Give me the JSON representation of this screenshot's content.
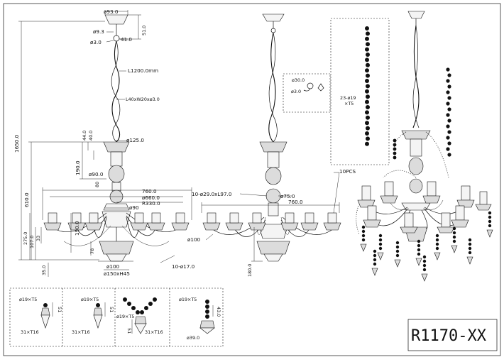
{
  "model": "R1170-XX",
  "front_view": {
    "canopy_dia": "ø93.0",
    "canopy_h": "51.0",
    "hook_dia": "ø9.3",
    "hook_w": "41.0",
    "hook_wire": "ø3.0",
    "cable": "L1200.0mm",
    "chain": "L40xW20xø3.0",
    "total_h": "1650.0",
    "cup_dia": "ø125.0",
    "dim_44": "44.0",
    "dim_40": "40.0",
    "body_h": "610.0",
    "dim_190a": "190.0",
    "ball_dia": "ø90.0",
    "dim_80": "80",
    "span_760": "760.0",
    "span_660": "ø660.0",
    "span_r330": "R330.0",
    "ring_dia": "ø90",
    "dim_190b": "190.0",
    "dim_275": "275.0",
    "dim_107": "107.0",
    "dim_33": "33",
    "dim_78": "78",
    "dim_35": "35.0",
    "base_dia": "ø100",
    "bobeche": "ø150xH45",
    "arm_tube": "10-ø17.0"
  },
  "side_view": {
    "arms": "10-ø29.0xL97.0",
    "ball_dia": "ø75.0",
    "span": "760.0",
    "cup_dia": "ø100",
    "bottom_h": "180.0"
  },
  "hook_detail": {
    "dia": "ø30.0",
    "wire": "ø3.0"
  },
  "strand_detail": {
    "beads": "23-ø19",
    "unit": "×T5"
  },
  "pieces": "10PCS",
  "details": [
    {
      "bead": "ø19×T5",
      "h": "51",
      "drop": "31×T16"
    },
    {
      "bead": "ø19×T5",
      "h": "51",
      "drop": "31×T16"
    },
    {
      "bead": "ø19×T5",
      "h": "51",
      "drop": "31×T16"
    },
    {
      "bead": "ø19×T5",
      "h": "43.0",
      "drop": "ø39.0"
    }
  ]
}
